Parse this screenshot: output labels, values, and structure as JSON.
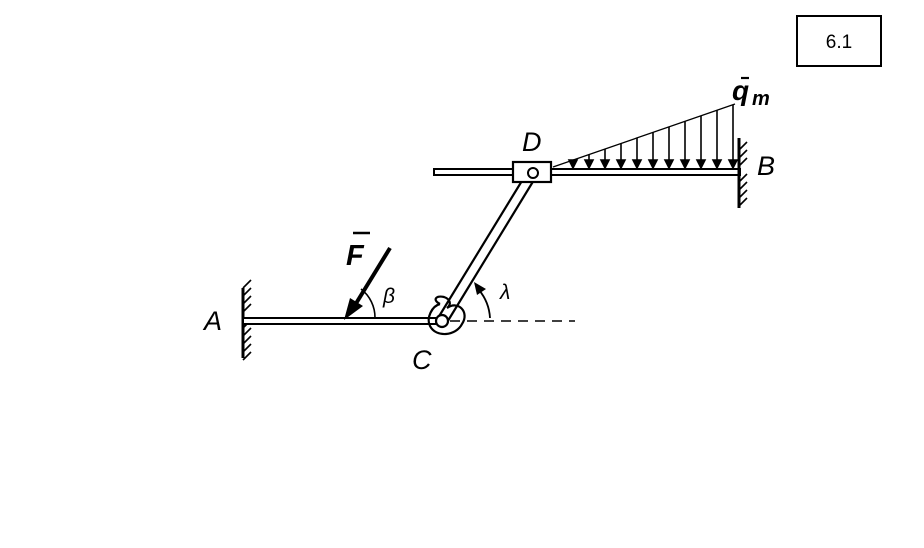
{
  "figure_number": "6.1",
  "labels": {
    "A": "A",
    "B": "B",
    "C": "C",
    "D": "D",
    "force": "F",
    "load": "q",
    "load_subscript": "m",
    "beta": "β",
    "lambda": "λ"
  }
}
